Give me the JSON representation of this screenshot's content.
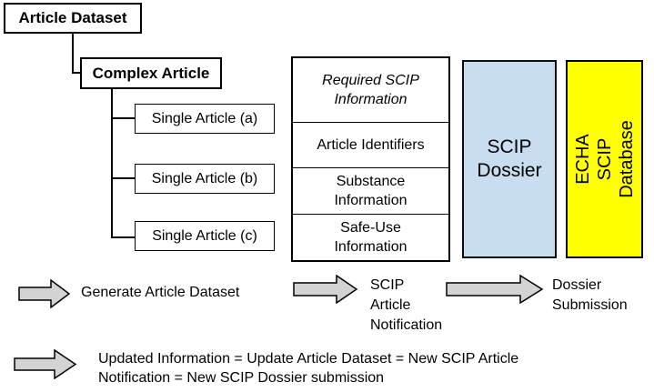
{
  "colors": {
    "dossier_fill": "#c9ddf0",
    "database_fill": "#ffff00",
    "arrow_fill": "#d3d3d3",
    "line_color": "#000000"
  },
  "hierarchy": {
    "root_label": "Article Dataset",
    "complex_label": "Complex Article",
    "children": [
      "Single Article (a)",
      "Single Article (b)",
      "Single Article (c)"
    ]
  },
  "info_table": {
    "header": "Required SCIP Information",
    "rows": [
      "Article Identifiers",
      "Substance Information",
      "Safe-Use Information"
    ]
  },
  "dossier": {
    "label": "SCIP Dossier"
  },
  "database": {
    "label": "ECHA SCIP Database"
  },
  "process_steps": [
    "Generate Article Dataset",
    "SCIP Article Notification",
    "Dossier Submission"
  ],
  "update_note": "Updated Information = Update Article Dataset = New SCIP Article Notification = New SCIP Dossier submission"
}
